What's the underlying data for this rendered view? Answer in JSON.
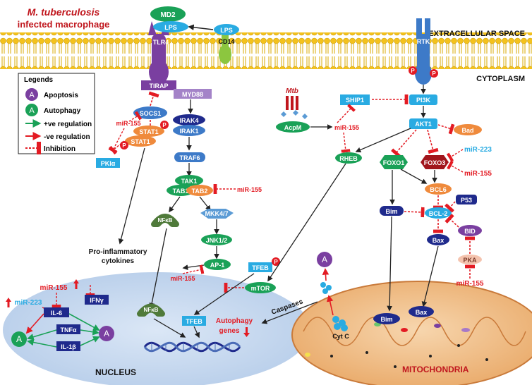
{
  "title": {
    "line1": "M. tuberculosis",
    "line2": "infected macrophage"
  },
  "regions": {
    "extracellular": "EXTRACELLULAR SPACE",
    "cytoplasm": "CYTOPLASM",
    "nucleus": "NUCLEUS",
    "mitochondria": "MITOCHONDRIA"
  },
  "legend": {
    "title": "Legends",
    "apoptosis_letter": "A",
    "apoptosis": "Apoptosis",
    "autophagy_letter": "A",
    "autophagy": "Autophagy",
    "pos": "+ve regulation",
    "neg": "-ve regulation",
    "inh": "Inhibition"
  },
  "nodes": {
    "md2": "MD2",
    "lps1": "LPS",
    "lps2": "LPS",
    "cd14": "CD14",
    "tlr4": "TLR4",
    "tirap": "TIRAP",
    "myd88": "MYD88",
    "socs1": "SOCS1",
    "stat1a": "STAT1",
    "stat1b": "STAT1",
    "pkia": "PKIα",
    "irak4": "IRAK4",
    "irak1": "IRAK1",
    "traf6": "TRAF6",
    "tak1": "TAK1",
    "tab1": "TAB1",
    "tab2": "TAB2",
    "nfkb1": "NFκB",
    "nfkb2": "NFκB",
    "mkk47": "MKK4/7",
    "jnk12": "JNK1/2",
    "ap1": "AP-1",
    "proinf1": "Pro-inflammatory",
    "proinf2": "cytokines",
    "il6": "IL-6",
    "ifng": "IFNγ",
    "tnfa": "TNFα",
    "il1b": "IL-1β",
    "a_green": "A",
    "a_purple": "A",
    "a_top": "A",
    "rtk": "RTK",
    "p": "P",
    "pi3k": "PI3K",
    "ship1": "SHIP1",
    "mtb": "Mtb",
    "acpm": "AcpM",
    "akt1": "AKT1",
    "bad": "Bad",
    "rheb": "RHEB",
    "foxo1": "FOXO1",
    "foxo3": "FOXO3",
    "bcl6": "BCL6",
    "bim": "Bim",
    "bcl2": "BCL-2",
    "p53": "P53",
    "bax": "Bax",
    "bid": "BID",
    "pka": "PKA",
    "tfeb1": "TFEB",
    "tfeb2": "TFEB",
    "mtor": "mTOR",
    "caspases": "Caspases",
    "cytc": "Cyt C",
    "bim_mito": "Bim",
    "bax_mito": "Bax",
    "autophagy1": "Autophagy",
    "autophagy2": "genes"
  },
  "mirna": {
    "m155_socs": "miR-155",
    "m155_tab": "miR-155",
    "m155_ap1": "miR-155",
    "m155_acpm": "miR-155",
    "m223_foxo": "miR-223",
    "m155_foxo": "miR-155",
    "m155_pka": "miR-155",
    "m155_il6": "miR-155",
    "m223_il6": "miR-223"
  },
  "colors": {
    "green": "#1aa157",
    "red": "#e31b23",
    "cyan": "#29abe2",
    "navy": "#1f2a8c",
    "blue": "#3d7ac8",
    "orange": "#ef8a3c",
    "purple": "#7a3fa0",
    "nucleus": "#c8d9f0",
    "mito": "#f3c79b",
    "membrane": "#f4c21c"
  }
}
